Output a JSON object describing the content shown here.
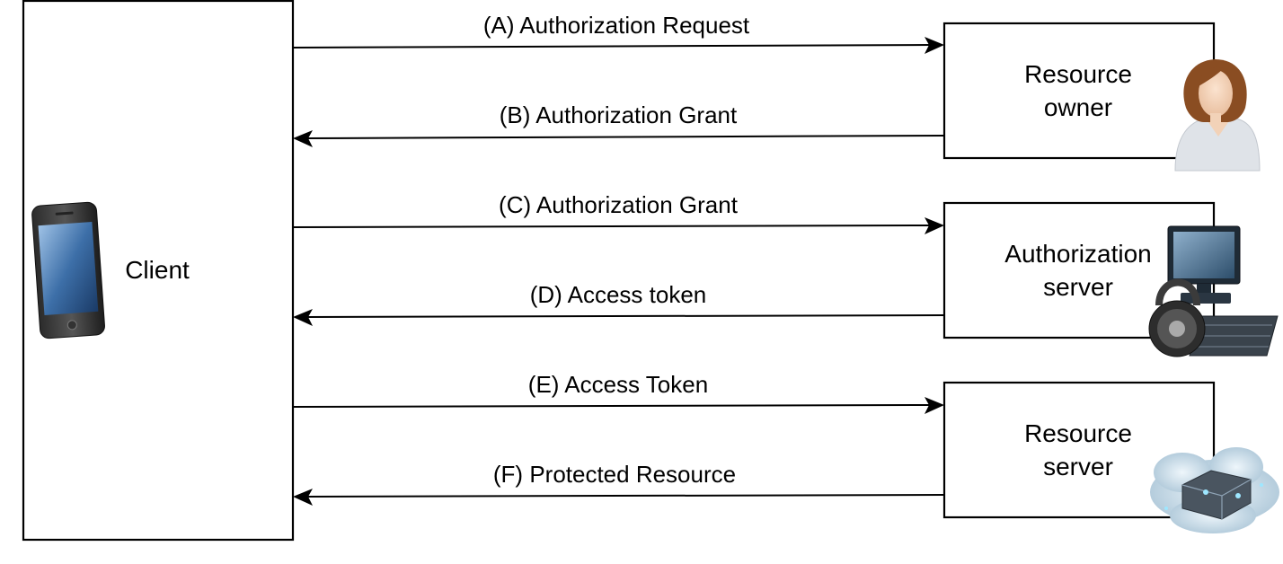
{
  "client": {
    "label": "Client",
    "icon": "smartphone-icon"
  },
  "participants": [
    {
      "id": "resource-owner",
      "lines": [
        "Resource",
        "owner"
      ],
      "icon": "person-icon"
    },
    {
      "id": "authorization-server",
      "lines": [
        "Authorization",
        "server"
      ],
      "icon": "locked-computer-icon"
    },
    {
      "id": "resource-server",
      "lines": [
        "Resource",
        "server"
      ],
      "icon": "cloud-server-icon"
    }
  ],
  "messages": [
    {
      "label": "(A) Authorization Request",
      "direction": "to-participant"
    },
    {
      "label": "(B) Authorization Grant",
      "direction": "to-client"
    },
    {
      "label": "(C) Authorization Grant",
      "direction": "to-participant"
    },
    {
      "label": "(D) Access token",
      "direction": "to-client"
    },
    {
      "label": "(E) Access Token",
      "direction": "to-participant"
    },
    {
      "label": "(F) Protected Resource",
      "direction": "to-client"
    }
  ]
}
